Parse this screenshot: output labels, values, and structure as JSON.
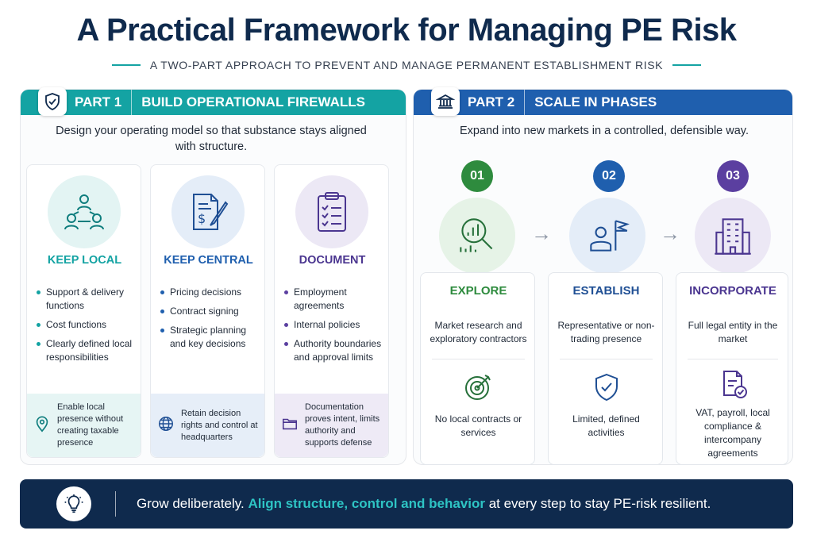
{
  "title": "A Practical Framework for Managing PE Risk",
  "subtitle": "A TWO-PART APPROACH TO PREVENT AND MANAGE PERMANENT ESTABLISHMENT RISK",
  "colors": {
    "navy": "#0f2a4d",
    "teal": "#14a3a3",
    "blue": "#1f5fae",
    "purple": "#5b3fa0",
    "green": "#2e8b3e"
  },
  "part1": {
    "label": "PART 1",
    "title": "BUILD OPERATIONAL FIREWALLS",
    "icon": "shield-check-icon",
    "description": "Design your operating model so that substance stays aligned with structure.",
    "columns": [
      {
        "heading": "KEEP LOCAL",
        "icon": "people-network-icon",
        "bullets": [
          "Support & delivery functions",
          "Cost functions",
          "Clearly defined local responsibilities"
        ],
        "footer_icon": "location-pin-icon",
        "footer": "Enable local presence without creating taxable presence"
      },
      {
        "heading": "KEEP CENTRAL",
        "icon": "contract-pen-icon",
        "bullets": [
          "Pricing decisions",
          "Contract signing",
          "Strategic planning and key decisions"
        ],
        "footer_icon": "globe-icon",
        "footer": "Retain decision rights and control at headquarters"
      },
      {
        "heading": "DOCUMENT",
        "icon": "clipboard-checklist-icon",
        "bullets": [
          "Employment agreements",
          "Internal policies",
          "Authority boundaries and approval limits"
        ],
        "footer_icon": "folder-icon",
        "footer": "Documentation proves intent, limits authority and supports defense"
      }
    ]
  },
  "part2": {
    "label": "PART 2",
    "title": "SCALE IN PHASES",
    "icon": "institution-icon",
    "description": "Expand into new markets in a controlled, defensible way.",
    "phases": [
      {
        "number": "01",
        "heading": "EXPLORE",
        "icon": "magnifier-chart-icon",
        "text": "Market research and exploratory contractors",
        "sub_icon": "target-icon",
        "sub_text": "No local contracts or services"
      },
      {
        "number": "02",
        "heading": "ESTABLISH",
        "icon": "person-flag-icon",
        "text": "Representative or non-trading presence",
        "sub_icon": "shield-check-icon",
        "sub_text": "Limited, defined activities"
      },
      {
        "number": "03",
        "heading": "INCORPORATE",
        "icon": "building-icon",
        "text": "Full legal entity in the market",
        "sub_icon": "document-check-icon",
        "sub_text": "VAT, payroll, local compliance & intercompany agreements"
      }
    ]
  },
  "banner": {
    "icon": "lightbulb-icon",
    "text_start": "Grow deliberately.",
    "text_highlight": "Align structure, control and behavior",
    "text_end": "at every step to stay PE-risk resilient."
  }
}
